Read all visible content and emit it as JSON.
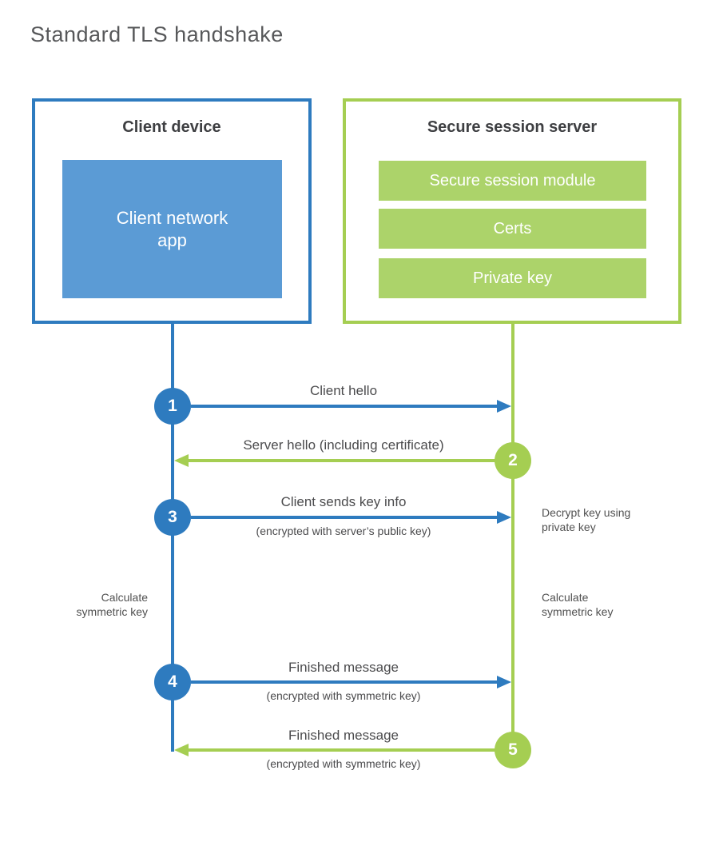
{
  "title": "Standard TLS handshake",
  "colors": {
    "blue": "#2E7BBF",
    "blue_fill": "#5B9BD5",
    "green": "#A5CE52",
    "green_fill": "#ACD36A",
    "text_dark": "#3E3F42",
    "text_gray": "#4B4B4D",
    "title_gray": "#57585A"
  },
  "client": {
    "title": "Client device",
    "module_line1": "Client network",
    "module_line2": "app"
  },
  "server": {
    "title": "Secure session server",
    "modules": [
      "Secure session module",
      "Certs",
      "Private key"
    ]
  },
  "steps": [
    {
      "number": "1",
      "direction": "right",
      "label": "Client hello",
      "sublabel": ""
    },
    {
      "number": "2",
      "direction": "left",
      "label": "Server hello (including certificate)",
      "sublabel": ""
    },
    {
      "number": "3",
      "direction": "right",
      "label": "Client sends key info",
      "sublabel": "(encrypted with server’s public key)"
    },
    {
      "number": "4",
      "direction": "right",
      "label": "Finished message",
      "sublabel": "(encrypted with symmetric key)"
    },
    {
      "number": "5",
      "direction": "left",
      "label": "Finished message",
      "sublabel": "(encrypted with symmetric key)"
    }
  ],
  "notes": {
    "decrypt_line1": "Decrypt key using",
    "decrypt_line2": "private key",
    "calculate_line1": "Calculate",
    "calculate_line2": "symmetric key"
  }
}
